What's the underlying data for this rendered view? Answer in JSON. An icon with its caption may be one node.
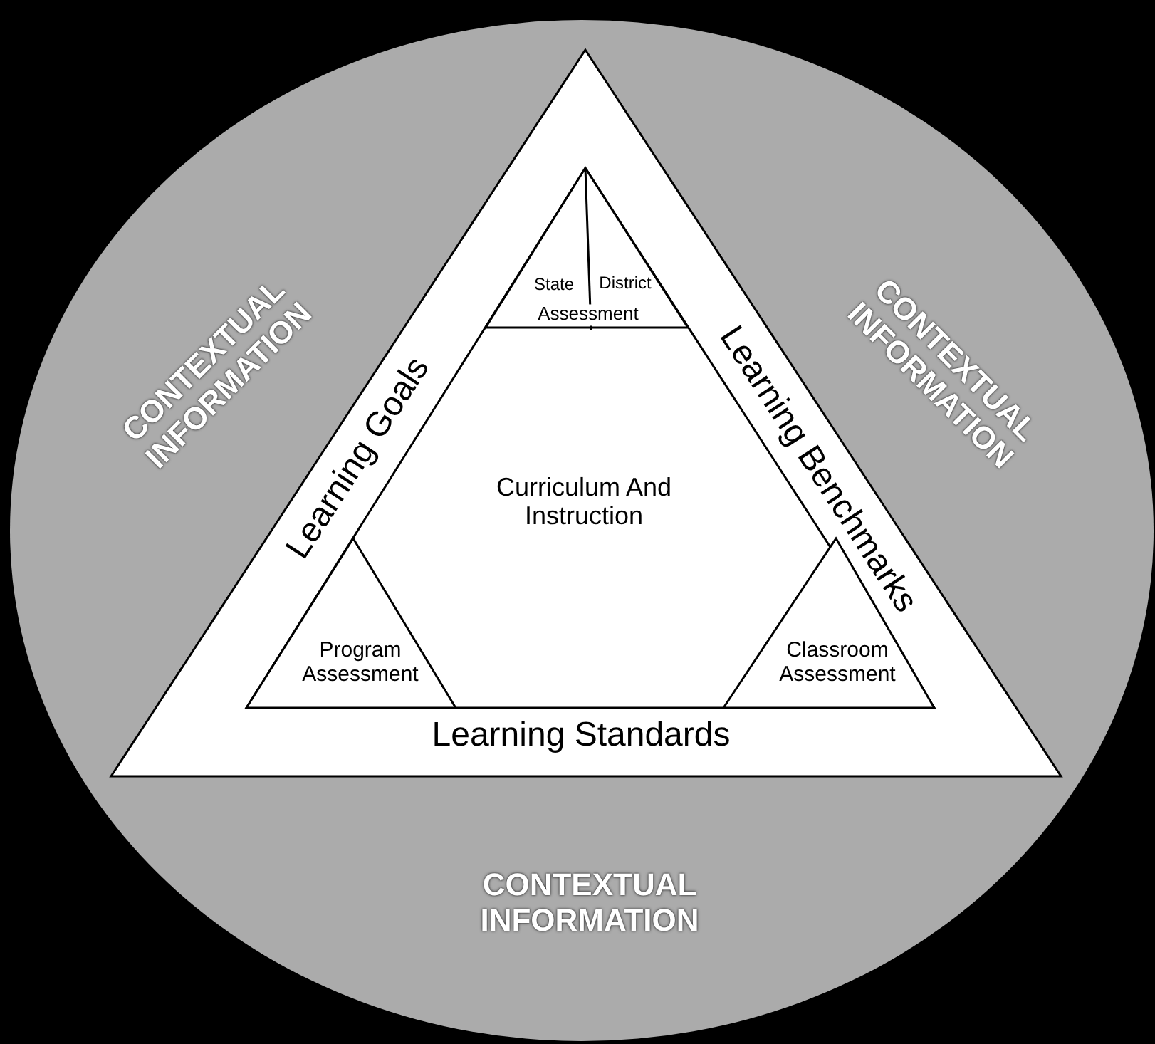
{
  "diagram": {
    "nodes": [
      {
        "text": [
          "CONTEXTUAL INFORMATION",
          "CONTEXTUAL INFORMATION",
          "CONTEXTUAL INFORMATION"
        ]
      },
      {
        "text": [
          "Learning Goals",
          "Learning Benchmarks",
          "Learning Standards"
        ],
        "in": 0
      },
      {
        "text": [
          "Curriculum And Instruction"
        ],
        "in": 1
      },
      {
        "text": [
          "State",
          "District",
          "Assessment"
        ],
        "in": 2
      },
      {
        "text": [
          "Program Assessment"
        ],
        "in": 2
      },
      {
        "text": [
          "Classroom Assessment"
        ],
        "in": 2
      }
    ]
  }
}
